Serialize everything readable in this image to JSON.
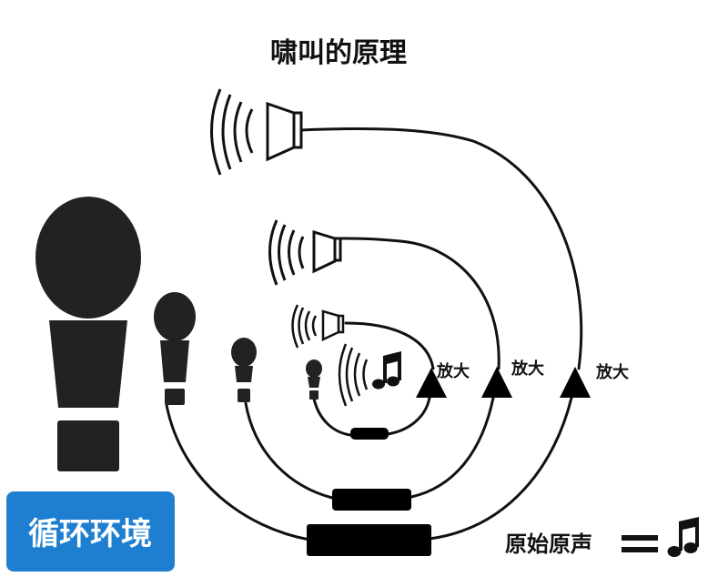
{
  "title": "啸叫的原理",
  "amplify_label": "放大",
  "badge_label": "循环环境",
  "legend_label": "原始原声",
  "legend_equals": "〓",
  "music_glyph": "♫",
  "colors": {
    "ink": "#1a1a1a",
    "badge_bg": "#1e7fd0",
    "badge_text": "#ffffff",
    "background": "#ffffff"
  },
  "icons": {
    "microphone": "microphone-icon",
    "speaker": "speaker-icon",
    "amplifier": "amplifier-triangle-icon",
    "music": "music-note-icon",
    "sound_waves": "sound-waves-icon"
  }
}
